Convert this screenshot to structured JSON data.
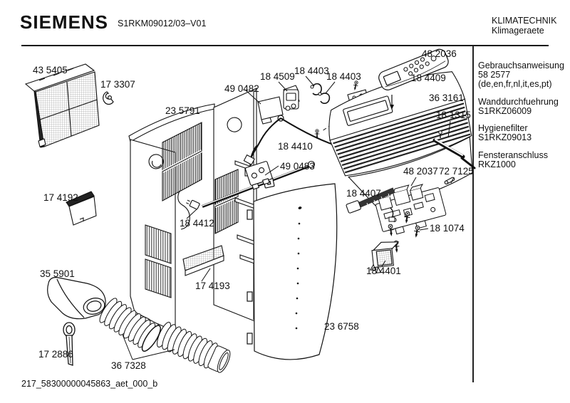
{
  "header": {
    "brand": "SIEMENS",
    "doc_number": "S1RKM09012/03–V01",
    "division": "KLIMATECHNIK",
    "subdivision": "Klimageraete"
  },
  "accessories": {
    "items": [
      {
        "name": "Gebrauchsanweisung",
        "code": "58 2577",
        "note": "(de,en,fr,nl,it,es,pt)"
      },
      {
        "name": "Wanddurchfuehrung",
        "code": "S1RKZ06009"
      },
      {
        "name": "Hygienefilter",
        "code": "S1RKZ09013"
      },
      {
        "name": "Fensteranschluss",
        "code": "RKZ1000"
      }
    ]
  },
  "footer": {
    "code": "217_58300000045863_aet_000_b"
  },
  "diagram": {
    "parts": [
      {
        "label": "43 5405"
      },
      {
        "label": "17 3307"
      },
      {
        "label": "23 5791"
      },
      {
        "label": "49 0482"
      },
      {
        "label": "18 4509"
      },
      {
        "label": "18 4403"
      },
      {
        "label": "18 4403"
      },
      {
        "label": "48 2036"
      },
      {
        "label": "18 4409"
      },
      {
        "label": "36 3161"
      },
      {
        "label": "18 1315"
      },
      {
        "label": "18 4410"
      },
      {
        "label": "49 0483"
      },
      {
        "label": "17 4192"
      },
      {
        "label": "18 4412"
      },
      {
        "label": "48 2037"
      },
      {
        "label": "72 7125"
      },
      {
        "label": "18 4407"
      },
      {
        "label": "18 1074"
      },
      {
        "label": "18 4401"
      },
      {
        "label": "35 5901"
      },
      {
        "label": "17 4193"
      },
      {
        "label": "23 6758"
      },
      {
        "label": "17 2886"
      },
      {
        "label": "36 7328"
      }
    ]
  }
}
